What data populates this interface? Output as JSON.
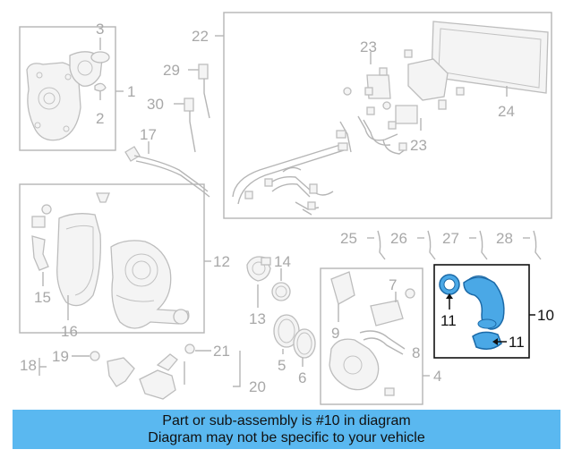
{
  "callouts": {
    "c1": "1",
    "c2": "2",
    "c3": "3",
    "c4": "4",
    "c5": "5",
    "c6": "6",
    "c7": "7",
    "c8": "8",
    "c9": "9",
    "c10": "10",
    "c11a": "11",
    "c11b": "11",
    "c12": "12",
    "c13": "13",
    "c14": "14",
    "c15": "15",
    "c16": "16",
    "c17": "17",
    "c18": "18",
    "c19": "19",
    "c20": "20",
    "c21": "21",
    "c22": "22",
    "c23a": "23",
    "c23b": "23",
    "c24": "24",
    "c25": "25",
    "c26": "26",
    "c27": "27",
    "c28": "28",
    "c29": "29",
    "c30": "30"
  },
  "banner": {
    "line1": "Part or sub-assembly is #10 in diagram",
    "line2": "Diagram may not be specific to your vehicle"
  },
  "colors": {
    "highlight_part": "#4aa8e6",
    "banner_bg": "#5ab8f0",
    "muted_line": "#b5b5b5"
  }
}
